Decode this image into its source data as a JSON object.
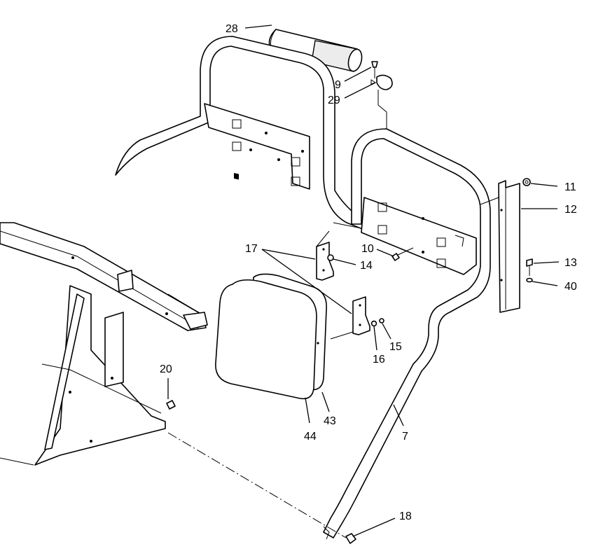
{
  "callouts": [
    {
      "id": "28",
      "label": "28"
    },
    {
      "id": "9",
      "label": "9"
    },
    {
      "id": "29",
      "label": "29"
    },
    {
      "id": "11",
      "label": "11"
    },
    {
      "id": "12",
      "label": "12"
    },
    {
      "id": "10",
      "label": "10"
    },
    {
      "id": "17",
      "label": "17"
    },
    {
      "id": "14",
      "label": "14"
    },
    {
      "id": "13",
      "label": "13"
    },
    {
      "id": "40",
      "label": "40"
    },
    {
      "id": "15",
      "label": "15"
    },
    {
      "id": "16",
      "label": "16"
    },
    {
      "id": "20",
      "label": "20"
    },
    {
      "id": "43",
      "label": "43"
    },
    {
      "id": "44",
      "label": "44"
    },
    {
      "id": "7",
      "label": "7"
    },
    {
      "id": "18",
      "label": "18"
    }
  ]
}
